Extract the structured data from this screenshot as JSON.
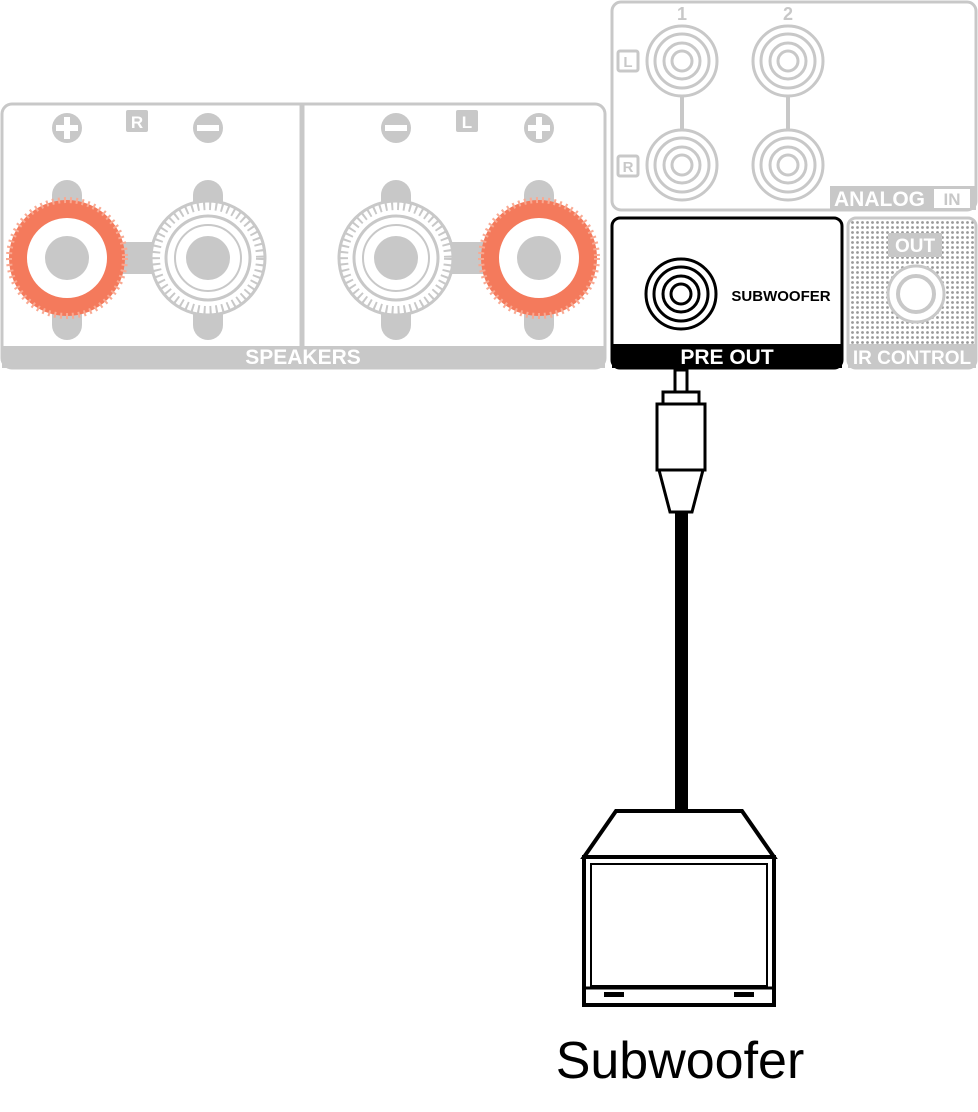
{
  "speakers": {
    "label": "SPEAKERS",
    "right_channel": {
      "letter": "R",
      "plus": "+",
      "minus": "−"
    },
    "left_channel": {
      "letter": "L",
      "plus": "+",
      "minus": "−"
    }
  },
  "analog_in": {
    "label": "ANALOG",
    "label_suffix": "IN",
    "col_labels": [
      "1",
      "2"
    ],
    "row_labels": [
      "L",
      "R"
    ]
  },
  "pre_out": {
    "label": "PRE OUT",
    "jack_label": "SUBWOOFER"
  },
  "ir_control": {
    "label": "IR CONTROL",
    "jack_label": "OUT"
  },
  "device": {
    "caption": "Subwoofer"
  },
  "colors": {
    "panel_gray": "#c8c8c8",
    "panel_light": "#dcdcdc",
    "highlight": "#f47a5c",
    "line": "#000000"
  }
}
